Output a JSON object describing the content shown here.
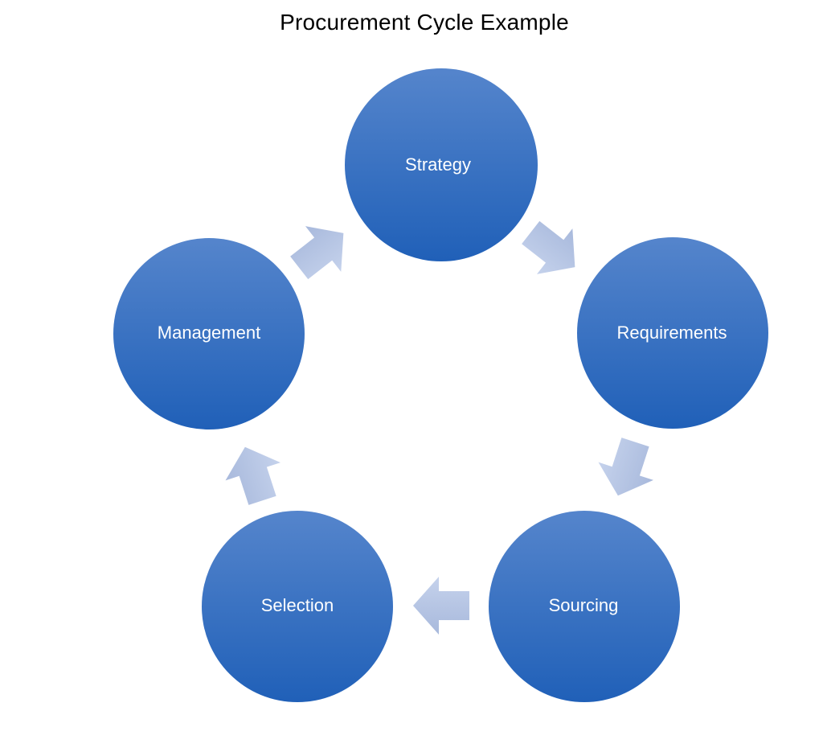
{
  "title": "Procurement Cycle Example",
  "colors": {
    "node_top": "#5585CC",
    "node_bottom": "#2060B8",
    "arrow_top": "#A8B9DC",
    "arrow_bottom": "#C5D2EC",
    "label": "#FFFFFF"
  },
  "nodes": [
    {
      "id": "strategy",
      "label": "Strategy"
    },
    {
      "id": "requirements",
      "label": "Requirements"
    },
    {
      "id": "sourcing",
      "label": "Sourcing"
    },
    {
      "id": "selection",
      "label": "Selection"
    },
    {
      "id": "management",
      "label": "Management"
    }
  ],
  "edges": [
    {
      "from": "strategy",
      "to": "requirements"
    },
    {
      "from": "requirements",
      "to": "sourcing"
    },
    {
      "from": "sourcing",
      "to": "selection"
    },
    {
      "from": "selection",
      "to": "management"
    },
    {
      "from": "management",
      "to": "strategy"
    }
  ]
}
